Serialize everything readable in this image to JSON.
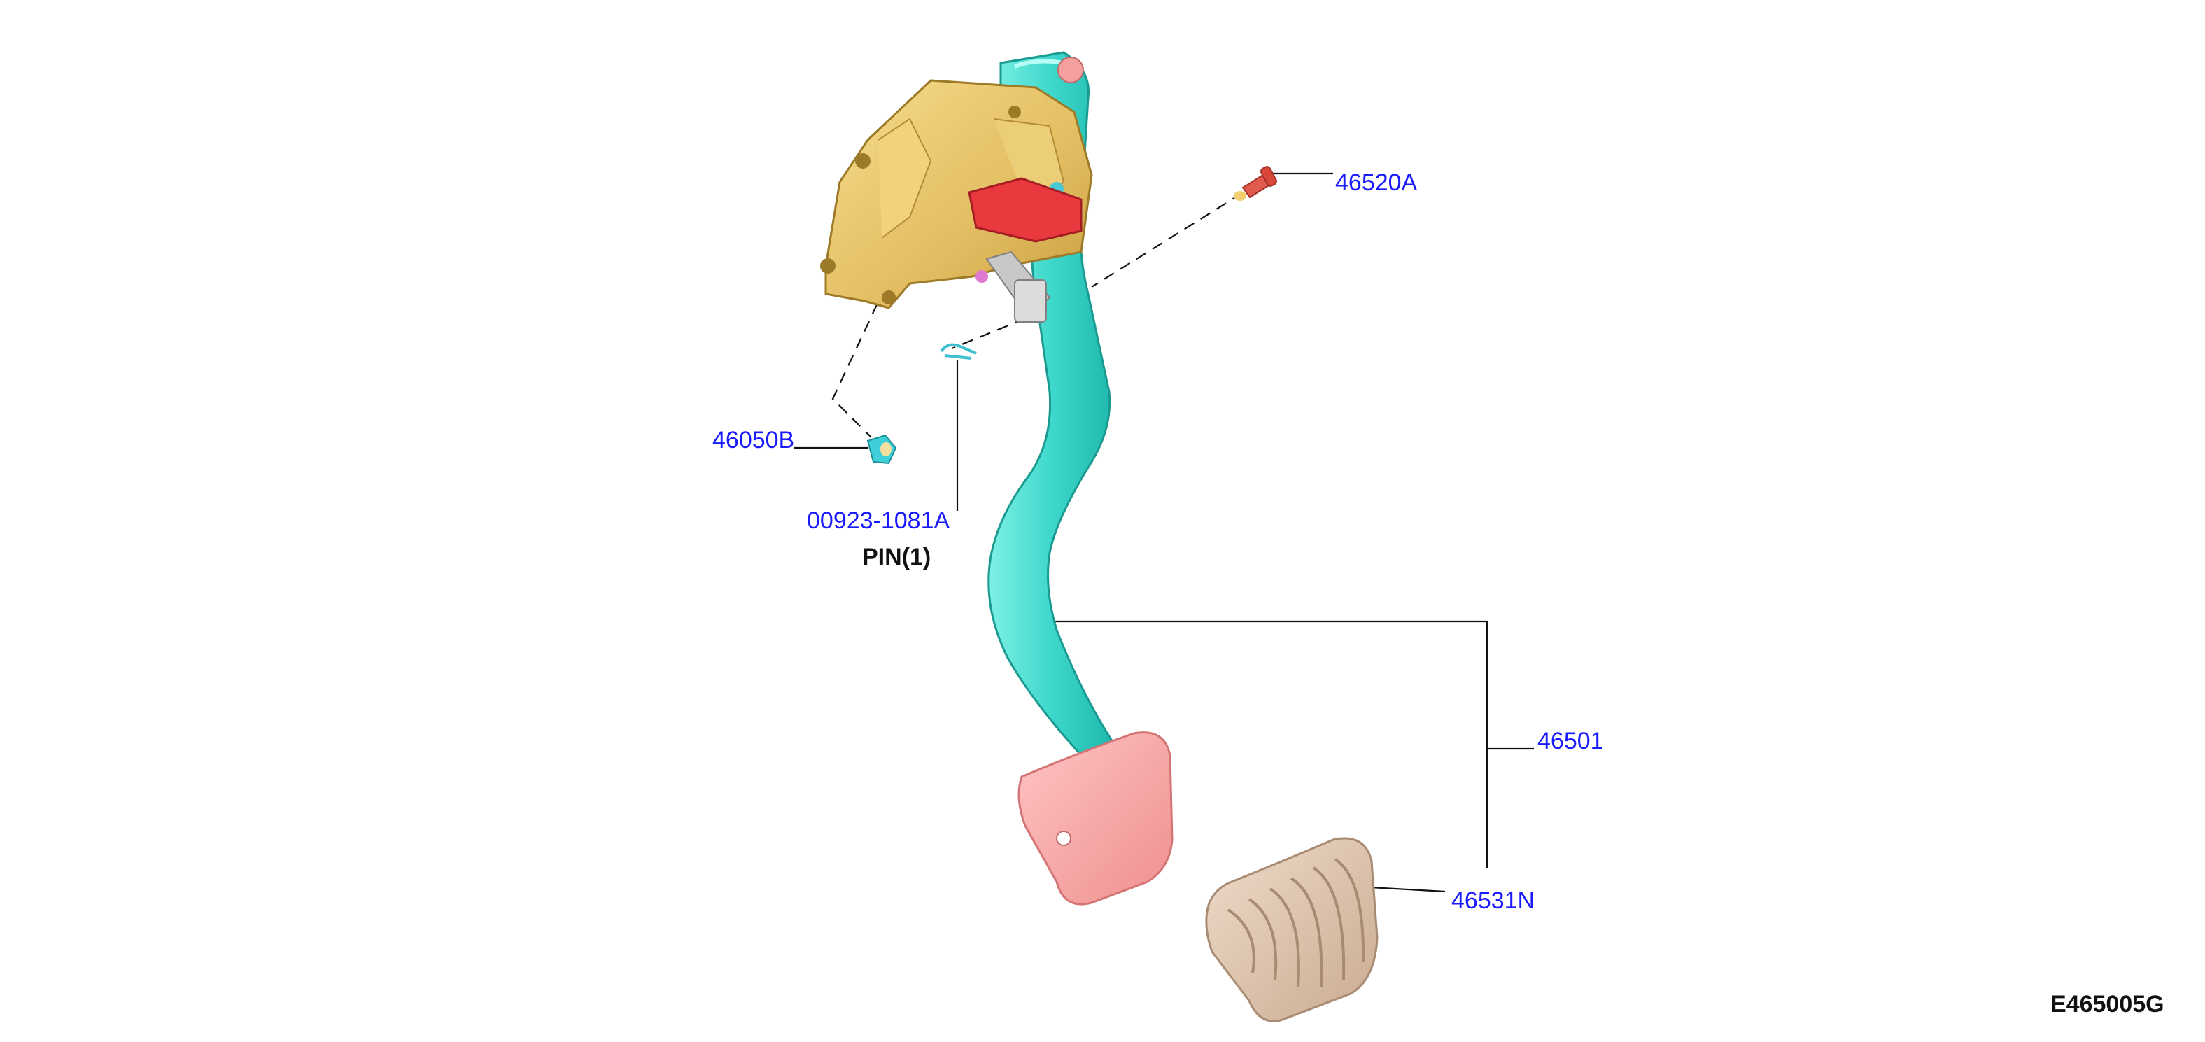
{
  "colors": {
    "callout_text": "#1a1aff",
    "note_text": "#111111",
    "leader_line": "#111111",
    "pedal_arm": "#40e0d0",
    "bracket": "#e3c26a",
    "stopper": "#e8343a",
    "pedal_plate": "#f29a9a",
    "pedal_pad": "#d9c2ae",
    "pin": "#e0574a"
  },
  "callouts": {
    "part_46520A": "46520A",
    "part_46050B": "46050B",
    "part_00923_1081A": "00923-1081A",
    "part_46501": "46501",
    "part_46531N": "46531N"
  },
  "notes": {
    "pin_qty": "PIN(1)"
  },
  "diagram_ref": "E465005G"
}
